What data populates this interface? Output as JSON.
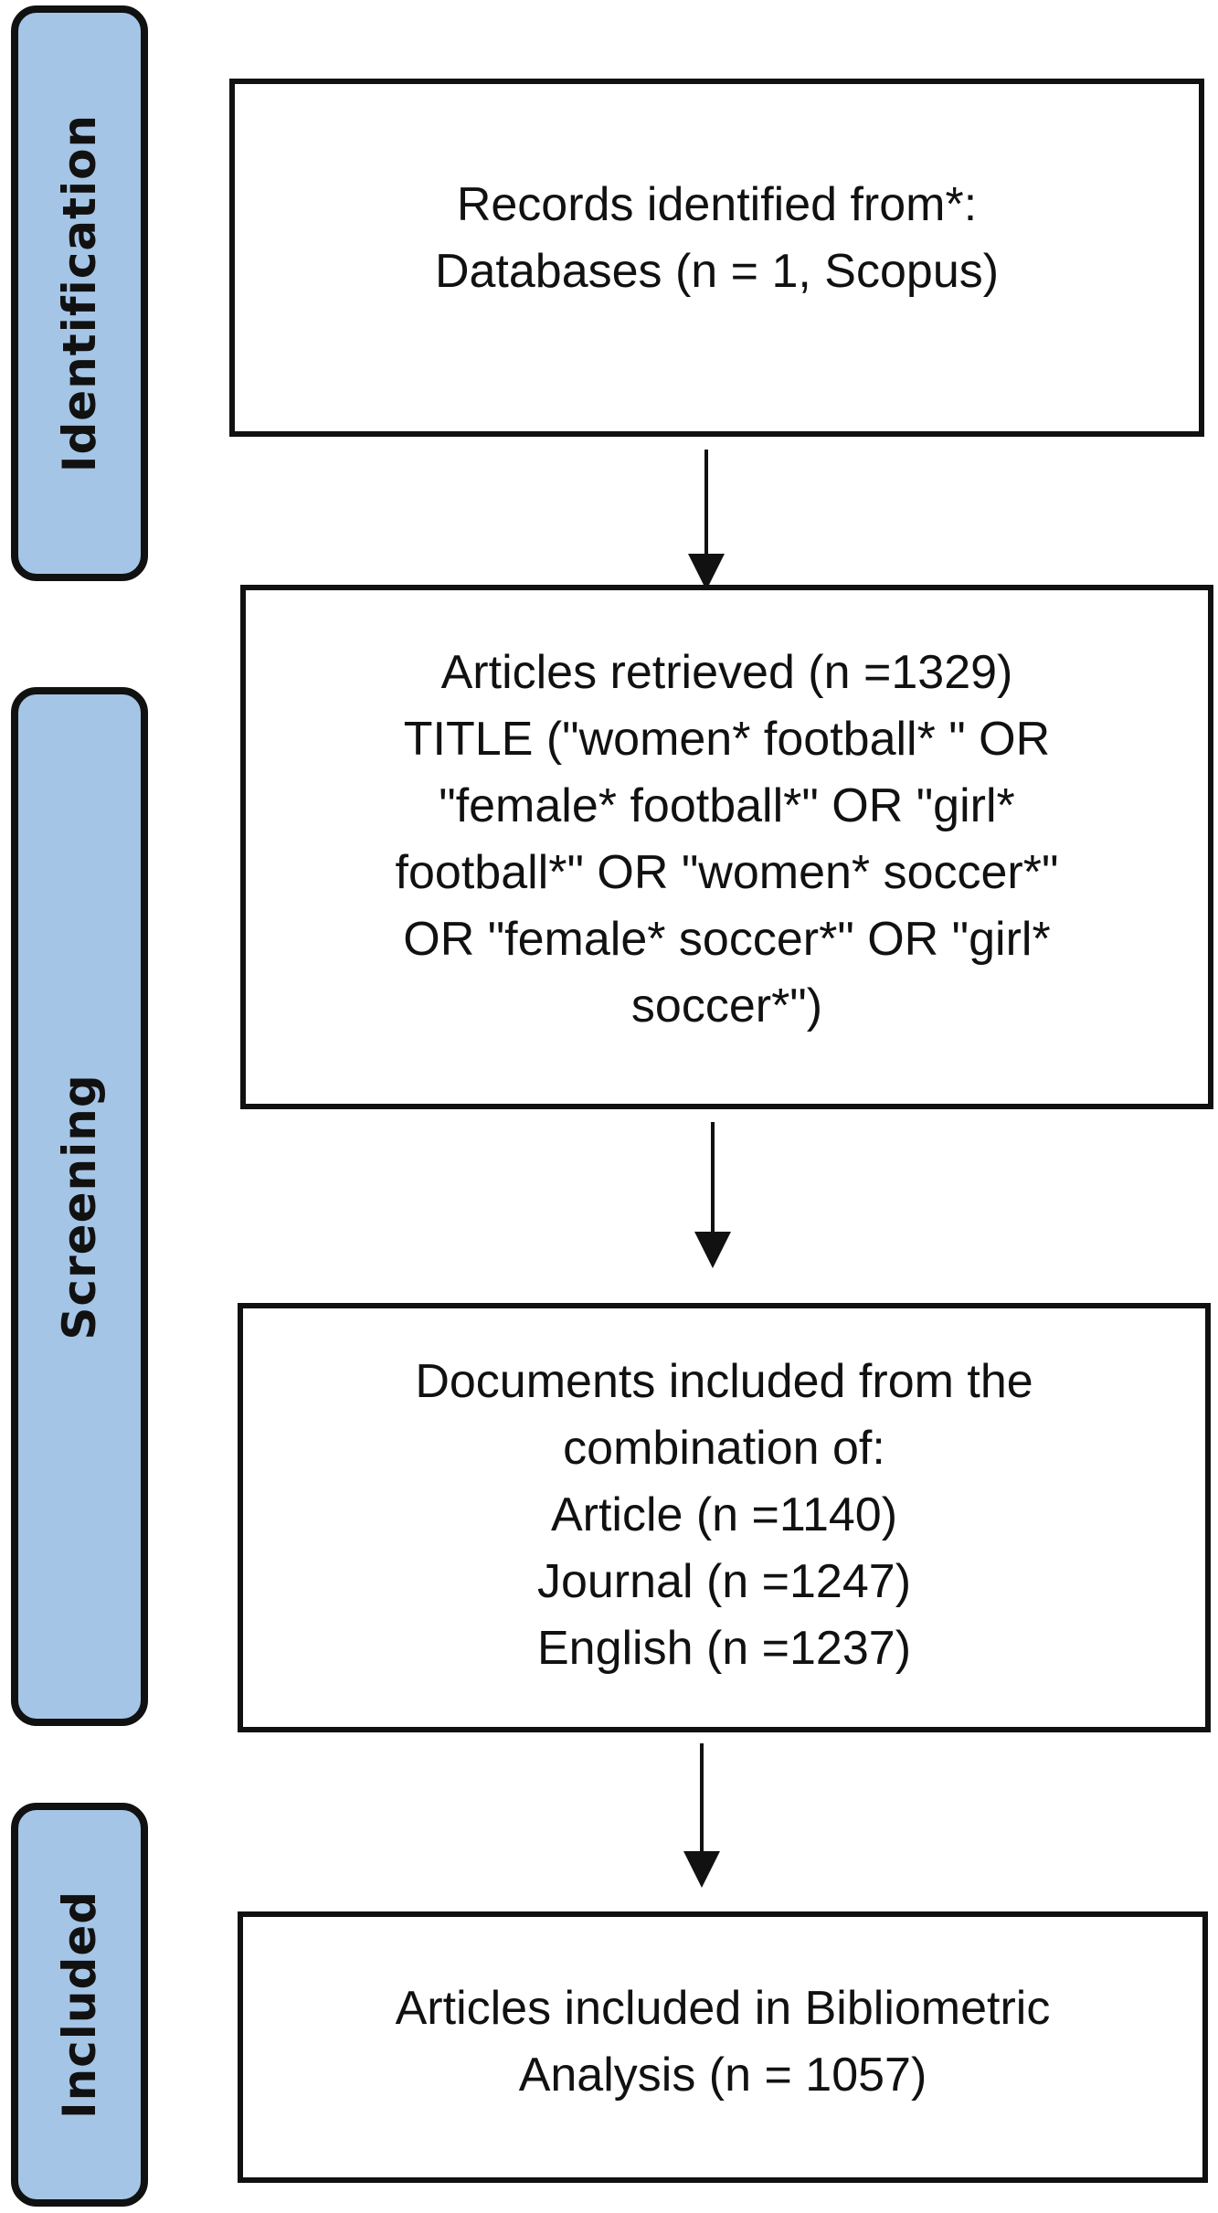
{
  "phases": {
    "identification": "Identification",
    "screening": "Screening",
    "included": "Included"
  },
  "boxes": {
    "records": {
      "lines": [
        "Records identified from*:",
        "Databases (n = 1, Scopus)"
      ]
    },
    "retrieved": {
      "lines": [
        "Articles retrieved (n =1329)",
        "TITLE (\"women* football* \" OR",
        "\"female* football*\" OR \"girl*",
        "football*\" OR \"women* soccer*\"",
        "OR \"female* soccer*\" OR \"girl*",
        "soccer*\")"
      ]
    },
    "documents": {
      "lines": [
        "Documents included from the",
        "combination of:",
        "Article (n =1140)",
        "Journal (n =1247)",
        "English (n =1237)"
      ]
    },
    "included": {
      "lines": [
        "Articles included in Bibliometric",
        "Analysis (n = 1057)"
      ]
    }
  }
}
